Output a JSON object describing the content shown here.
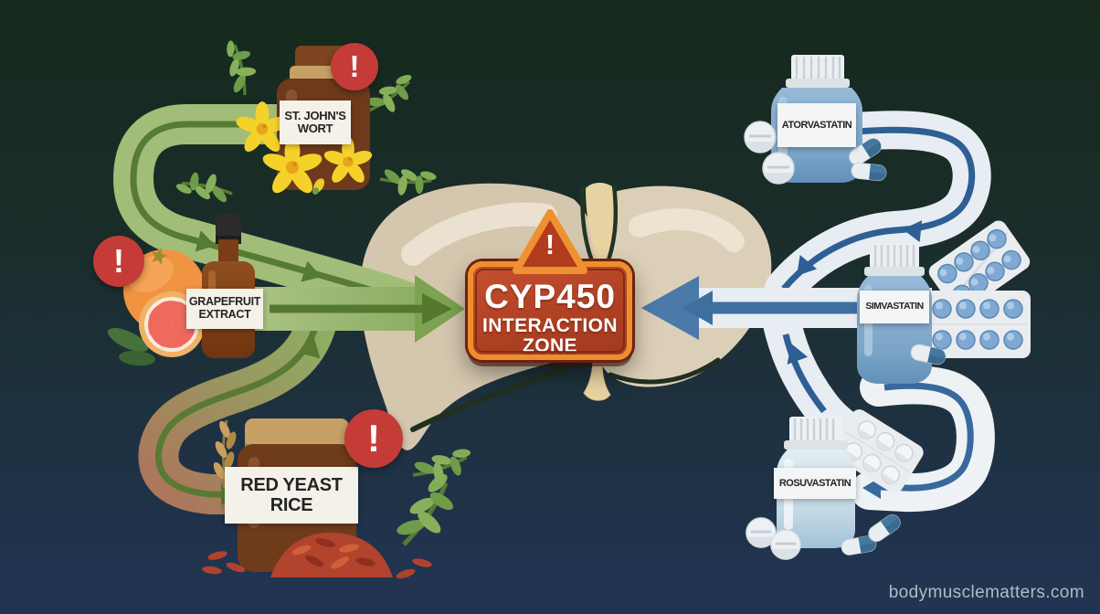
{
  "page": {
    "watermark": "bodymusclematters.com",
    "background_top": "#16291c",
    "background_bottom": "#223453"
  },
  "center": {
    "organ": "liver",
    "zone_title": "CYP450",
    "zone_subtitle": "INTERACTION ZONE",
    "warning_symbol": "!",
    "badge_fill": "#b04124",
    "badge_border": "#ee8f2e"
  },
  "supplements": [
    {
      "name": "St. John's Wort",
      "label": "ST. JOHN'S WORT",
      "warning": "!"
    },
    {
      "name": "Grapefruit Extract",
      "label": "GRAPEFRUIT EXTRACT",
      "warning": "!"
    },
    {
      "name": "Red Yeast Rice",
      "label": "RED YEAST RICE",
      "warning": "!"
    }
  ],
  "statins": [
    {
      "name": "Atorvastatin",
      "label": "ATORVASTATIN"
    },
    {
      "name": "Simvastatin",
      "label": "SIMVASTATIN"
    },
    {
      "name": "Rosuvastatin",
      "label": "ROSUVASTATIN"
    }
  ],
  "flows": [
    {
      "from": "St. John's Wort",
      "to": "CYP450 Interaction Zone",
      "color": "#9cbb72"
    },
    {
      "from": "Grapefruit Extract",
      "to": "CYP450 Interaction Zone",
      "color": "#9cbb72"
    },
    {
      "from": "Red Yeast Rice",
      "to": "CYP450 Interaction Zone",
      "color": "#ab785c"
    },
    {
      "from": "Atorvastatin",
      "to": "CYP450 Interaction Zone",
      "color": "#e7edf2"
    },
    {
      "from": "Simvastatin",
      "to": "CYP450 Interaction Zone",
      "color": "#e7edf2"
    },
    {
      "from": "Rosuvastatin",
      "to": "CYP450 Interaction Zone",
      "color": "#e7edf2"
    }
  ]
}
